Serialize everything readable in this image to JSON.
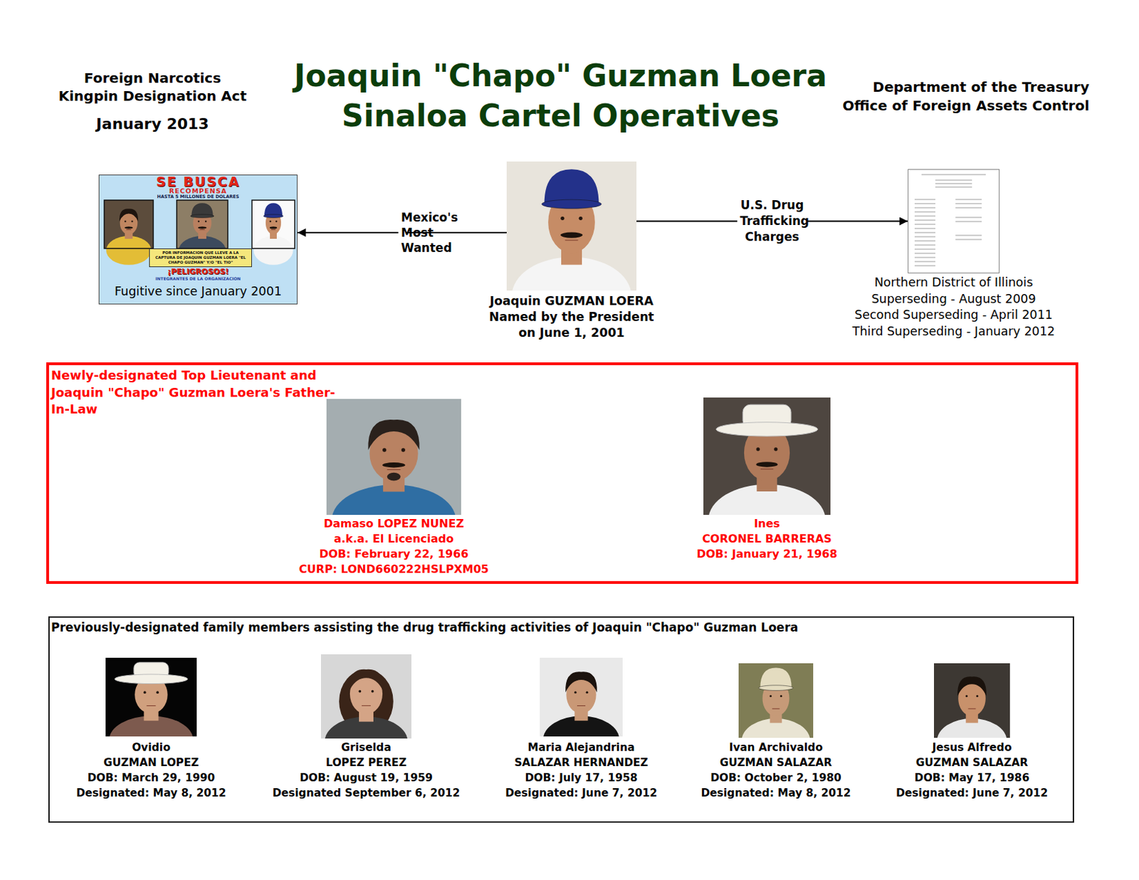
{
  "diagram": {
    "title": "Joaquin \"Chapo\" Guzman Loera Sinaloa Cartel Operatives",
    "nodes": [
      {
        "text": [
          "SE BUSCA",
          "RECOMPENSA",
          "HASTA 5 MILLONES DE DOLARES",
          "¡PELIGROSOS!",
          "INTEGRANTES DE LA ORGANIZACION",
          "Fugitive since January 2001"
        ]
      },
      {
        "text": [
          "POR INFORMACION QUE LLEVE A LA CAPTURA DE JOAQUIN GUZMAN LOERA \"EL CHAPO GUZMAN\" Y/O \"EL TIO\""
        ],
        "in": 0
      },
      {
        "text": [
          "Joaquin GUZMAN LOERA",
          "Named by the President",
          "on June 1, 2001"
        ]
      },
      {
        "text": [
          "Northern District of Illinois",
          "Superseding - August 2009",
          "Second Superseding - April 2011",
          "Third Superseding - January 2012"
        ]
      },
      {
        "text": [
          "Newly-designated Top Lieutenant and Joaquin \"Chapo\" Guzman Loera's Father-In-Law"
        ]
      },
      {
        "text": [
          "Damaso LOPEZ NUNEZ",
          "a.k.a. El Licenciado",
          "DOB: February 22, 1966",
          "CURP: LOND660222HSLPXM05"
        ],
        "in": 4
      },
      {
        "text": [
          "Ines",
          "CORONEL BARRERAS",
          "DOB: January 21, 1968"
        ],
        "in": 4
      },
      {
        "text": [
          "Previously-designated family members assisting the drug trafficking activities of Joaquin \"Chapo\" Guzman Loera"
        ]
      },
      {
        "text": [
          "Ovidio",
          "GUZMAN LOPEZ",
          "DOB: March 29, 1990",
          "Designated: May 8, 2012"
        ],
        "in": 7
      },
      {
        "text": [
          "Griselda",
          "LOPEZ PEREZ",
          "DOB: August 19, 1959",
          "Designated September 6, 2012"
        ],
        "in": 7
      },
      {
        "text": [
          "Maria Alejandrina",
          "SALAZAR HERNANDEZ",
          "DOB: July 17, 1958",
          "Designated: June 7, 2012"
        ],
        "in": 7
      },
      {
        "text": [
          "Ivan Archivaldo",
          "GUZMAN SALAZAR",
          "DOB: October 2, 1980",
          "Designated: May 8, 2012"
        ],
        "in": 7
      },
      {
        "text": [
          "Jesus Alfredo",
          "GUZMAN SALAZAR",
          "DOB: May 17, 1986",
          "Designated: June 7, 2012"
        ],
        "in": 7
      }
    ],
    "edges": [
      {
        "from": 2,
        "to": 0,
        "label": "Mexico's Most Wanted",
        "arrow": "to"
      },
      {
        "from": 2,
        "to": 3,
        "label": "U.S. Drug Trafficking Charges",
        "arrow": "to"
      }
    ],
    "labels": [
      "Foreign Narcotics Kingpin Designation Act",
      "January 2013",
      "Department of the Treasury Office of Foreign Assets Control"
    ]
  }
}
